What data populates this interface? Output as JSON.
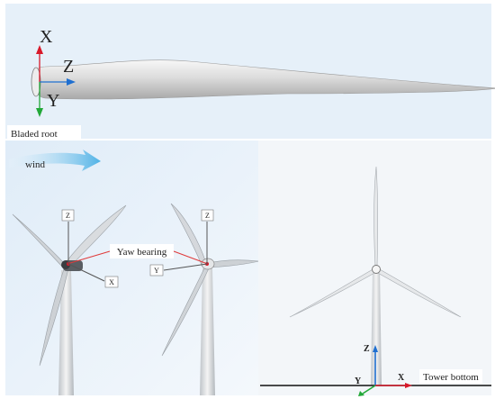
{
  "blade_panel": {
    "axes": {
      "x": "X",
      "y": "Y",
      "z": "Z"
    },
    "root_label": "Bladed root"
  },
  "yaw_panel": {
    "wind_label": "wind",
    "yaw_label": "Yaw bearing",
    "left_turbine_axes": {
      "z": "Z",
      "x": "X"
    },
    "right_turbine_axes": {
      "z": "Z",
      "y": "Y"
    }
  },
  "tower_panel": {
    "axes": {
      "z": "Z",
      "y": "Y",
      "x": "X"
    },
    "bottom_label": "Tower bottom"
  },
  "colors": {
    "x_axis": "#d8192a",
    "y_axis": "#22a838",
    "z_axis": "#1f6fd0",
    "panel_bg": "#e9f2fa",
    "tower_bg": "#f2f5f8"
  }
}
